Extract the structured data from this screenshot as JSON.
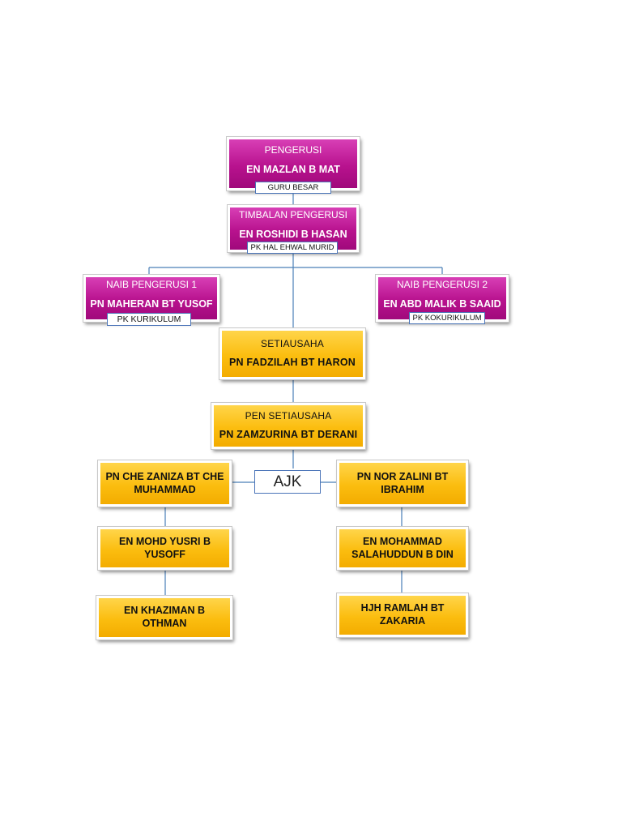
{
  "chairman": {
    "title": "PENGERUSI",
    "name": "EN MAZLAN B MAT",
    "role": "GURU BESAR"
  },
  "vice_chairman": {
    "title": "TIMBALAN PENGERUSI",
    "name": "EN ROSHIDI B HASAN",
    "role": "PK HAL EHWAL MURID"
  },
  "deputy_1": {
    "title": "NAIB PENGERUSI 1",
    "name": "PN MAHERAN BT YUSOF",
    "role": "PK KURIKULUM"
  },
  "deputy_2": {
    "title": "NAIB PENGERUSI 2",
    "name": "EN ABD MALIK B SAAID",
    "role": "PK KOKURIKULUM"
  },
  "secretary": {
    "title": "SETIAUSAHA",
    "name": "PN FADZILAH BT HARON"
  },
  "assistant_secretary": {
    "title": "PEN SETIAUSAHA",
    "name": "PN ZAMZURINA BT DERANI"
  },
  "committee": {
    "label": "AJK",
    "left": [
      {
        "name": "PN CHE ZANIZA BT CHE MUHAMMAD"
      },
      {
        "name": "EN MOHD YUSRI B YUSOFF"
      },
      {
        "name": "EN  KHAZIMAN B OTHMAN"
      }
    ],
    "right": [
      {
        "name": "PN NOR ZALINI BT IBRAHIM"
      },
      {
        "name": "EN MOHAMMAD SALAHUDDUN B DIN"
      },
      {
        "name": "HJH RAMLAH BT ZAKARIA"
      }
    ]
  },
  "colors": {
    "magenta": "#b8128e",
    "gold": "#fbbd0f",
    "connector": "#4a7fb8"
  }
}
